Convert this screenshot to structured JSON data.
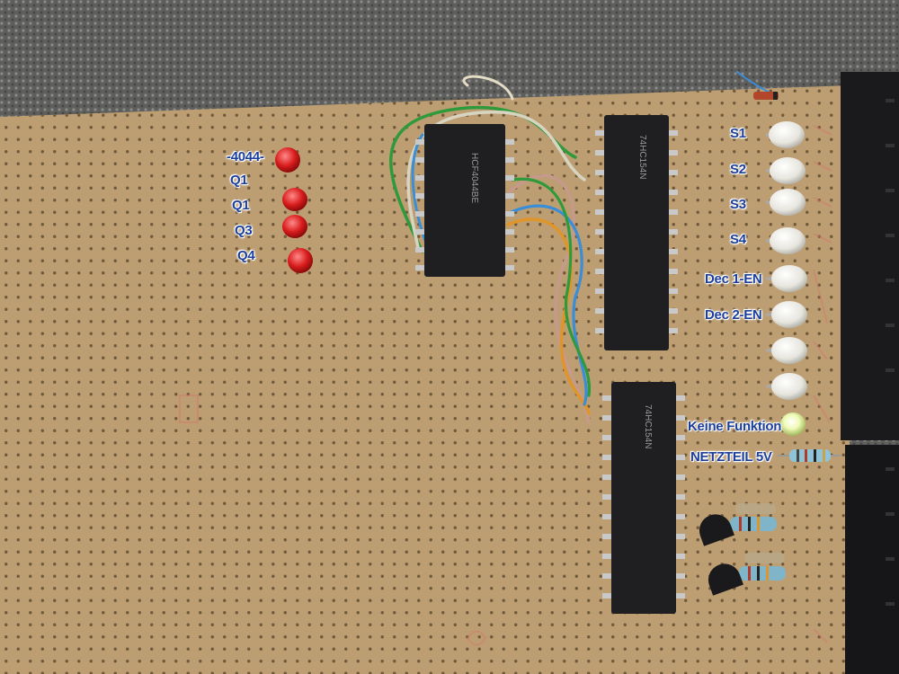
{
  "labels": {
    "left": {
      "title": "-4044-",
      "q1a": "Q1",
      "q1b": "Q1",
      "q3": "Q3",
      "q4": "Q4"
    },
    "right": {
      "s1": "S1",
      "s2": "S2",
      "s3": "S3",
      "s4": "S4",
      "dec1": "Dec 1-EN",
      "dec2": "Dec 2-EN",
      "keine": "Keine Funktion",
      "netzteil": "NETZTEIL 5V"
    }
  },
  "chip_markings": {
    "top_chip": "HCF4044BE",
    "right_chip": "74HC154N",
    "bottom_chip": "74HC154N"
  },
  "colors": {
    "board": "#c9a87a",
    "label_text": "#1b3f9a",
    "led_red": "#d81c1c",
    "led_white": "#ecebe4",
    "led_green": "#e9f7b0",
    "chip_body": "#1f1f22"
  }
}
